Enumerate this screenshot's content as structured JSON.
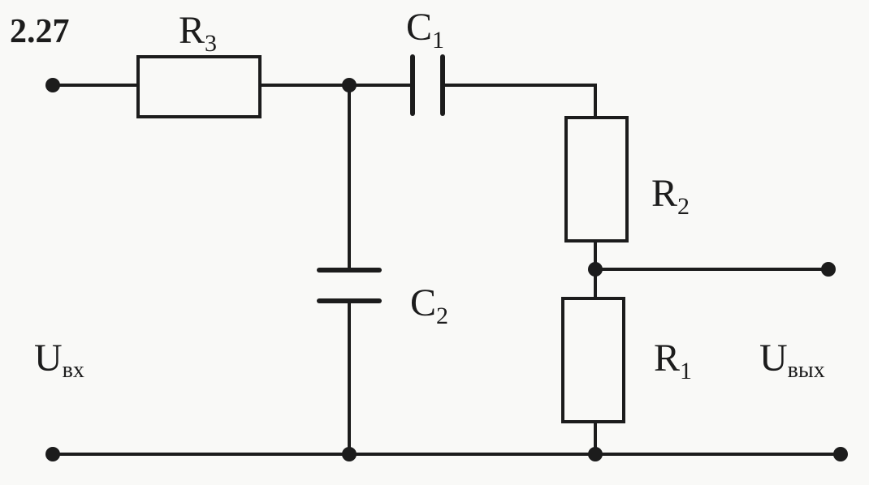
{
  "problem_number": "2.27",
  "components": {
    "R3": {
      "letter": "R",
      "index": "3"
    },
    "C1": {
      "letter": "C",
      "index": "1"
    },
    "R2": {
      "letter": "R",
      "index": "2"
    },
    "C2": {
      "letter": "C",
      "index": "2"
    },
    "R1": {
      "letter": "R",
      "index": "1"
    }
  },
  "voltages": {
    "input": {
      "letter": "U",
      "subscript": "вх"
    },
    "output": {
      "letter": "U",
      "subscript": "вых"
    }
  },
  "colors": {
    "ink": "#1c1c1c",
    "background": "#f9f9f7"
  }
}
